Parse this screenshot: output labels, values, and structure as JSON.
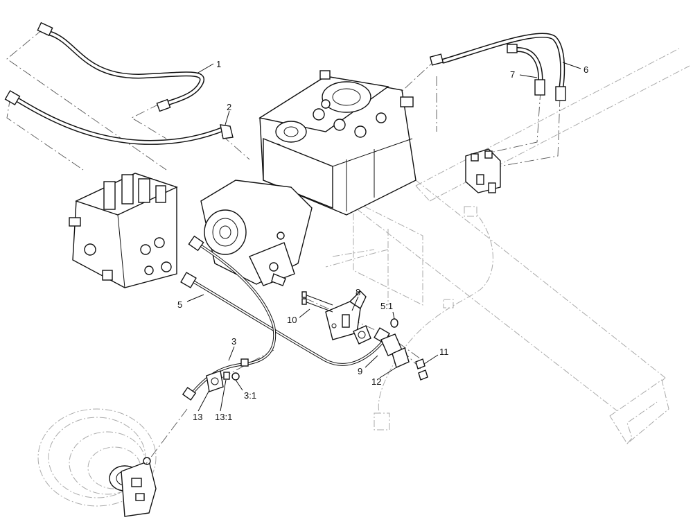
{
  "callouts": {
    "c1": "1",
    "c2": "2",
    "c3": "3",
    "c3_1": "3:1",
    "c5": "5",
    "c5_1": "5:1",
    "c6": "6",
    "c7": "7",
    "c8": "8",
    "c9": "9",
    "c10": "10",
    "c11": "11",
    "c12": "12",
    "c13": "13",
    "c13_1": "13:1"
  }
}
